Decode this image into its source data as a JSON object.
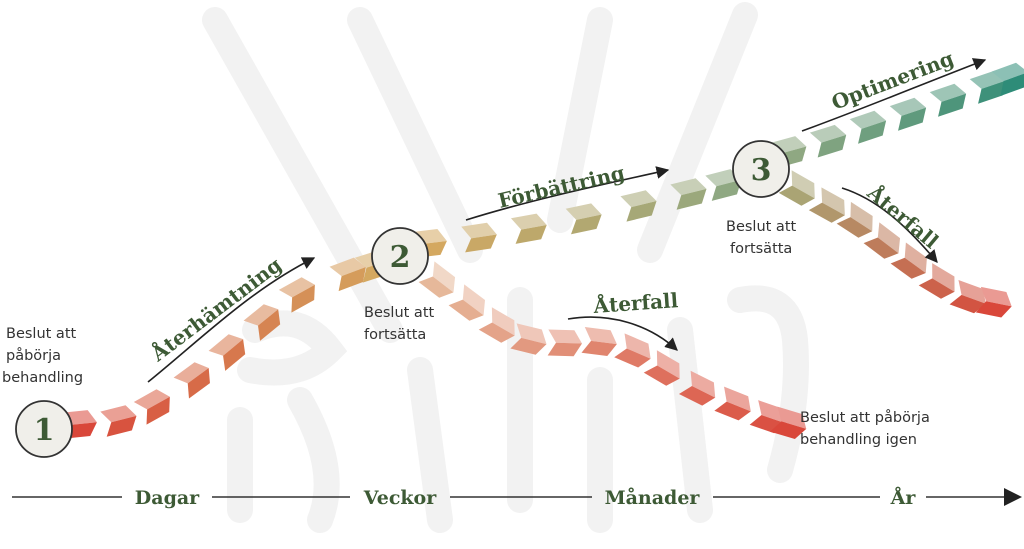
{
  "steps": [
    {
      "number": "1",
      "caption": [
        "Beslut att",
        "påbörja",
        "behandling"
      ]
    },
    {
      "number": "2",
      "caption": [
        "Beslut att",
        "fortsätta"
      ]
    },
    {
      "number": "3",
      "caption": [
        "Beslut att",
        "fortsätta"
      ]
    }
  ],
  "phases": {
    "recovery": "Återhämtning",
    "improvement": "Förbättring",
    "optimization": "Optimering",
    "relapse_1": "Återfall",
    "relapse_2": "Återfall"
  },
  "restart_caption": [
    "Beslut att påbörja",
    "behandling igen"
  ],
  "timeline": [
    "Dagar",
    "Veckor",
    "Månader",
    "År"
  ],
  "colors": {
    "text_green": "#3d5a35",
    "red": "#d9473a",
    "orange": "#dd8a52",
    "sand": "#d4a860",
    "olive": "#aaa474",
    "sage": "#8fa882",
    "teal": "#2e8c78",
    "watermark": "#f1f1f1"
  }
}
